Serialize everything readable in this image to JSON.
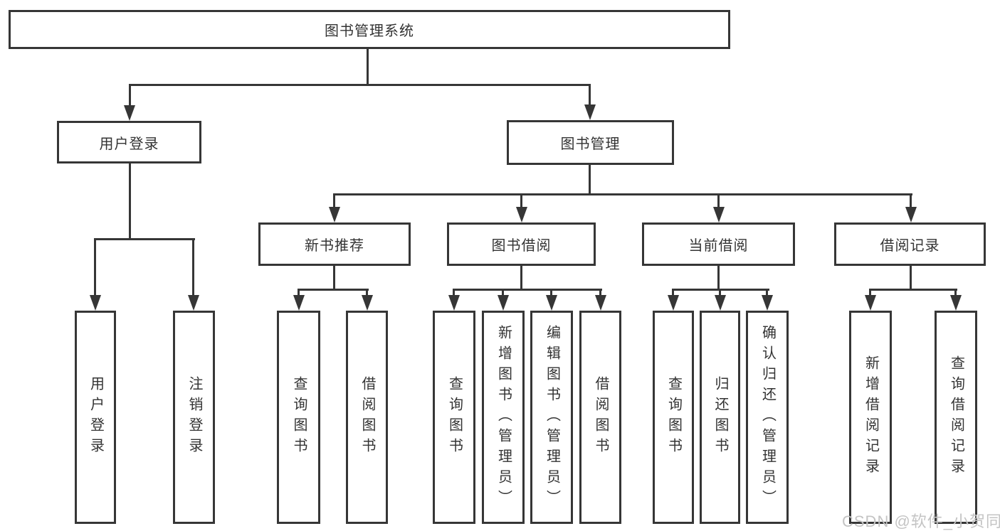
{
  "diagram": {
    "root": {
      "label": "图书管理系统"
    },
    "level2": [
      {
        "label": "用户登录"
      },
      {
        "label": "图书管理"
      }
    ],
    "level3": [
      {
        "label": "新书推荐"
      },
      {
        "label": "图书借阅"
      },
      {
        "label": "当前借阅"
      },
      {
        "label": "借阅记录"
      }
    ],
    "leaves": {
      "user_login": [
        {
          "label": "用户登录"
        },
        {
          "label": "注销登录"
        }
      ],
      "new_book_recommend": [
        {
          "label": "查询图书"
        },
        {
          "label": "借阅图书"
        }
      ],
      "book_borrow": [
        {
          "label": "查询图书"
        },
        {
          "label": "新增图书（管理员）"
        },
        {
          "label": "编辑图书（管理员）"
        },
        {
          "label": "借阅图书"
        }
      ],
      "current_borrow": [
        {
          "label": "查询图书"
        },
        {
          "label": "归还图书"
        },
        {
          "label": "确认归还（管理员）"
        }
      ],
      "borrow_records": [
        {
          "label": "新增借阅记录"
        },
        {
          "label": "查询借阅记录"
        }
      ]
    }
  },
  "watermark": {
    "text": "CSDN @软件_小贺同学",
    "color": "#c4c4c4"
  },
  "colors": {
    "line": "#363636",
    "text": "#333333",
    "background": "#ffffff"
  }
}
